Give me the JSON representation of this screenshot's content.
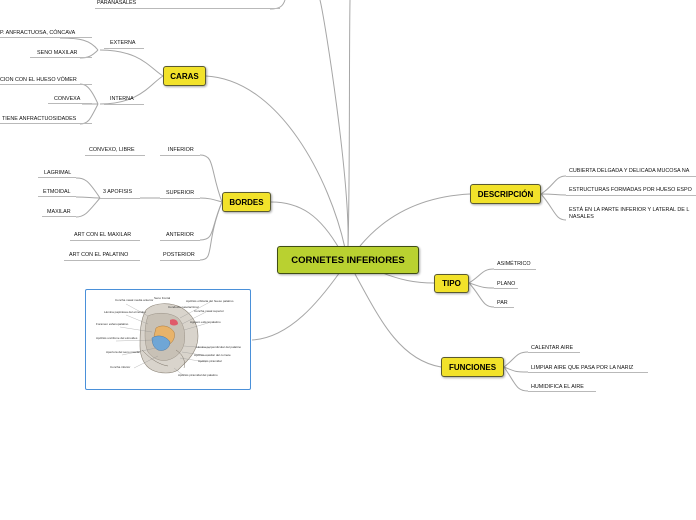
{
  "central": "CORNETES INFERIORES",
  "top_leaf": "PARANASALES",
  "caras": {
    "label": "CARAS",
    "externa": {
      "label": "EXTERNA",
      "items": [
        "P. ANFRACTUOSA, CÓNCAVA",
        "SENO MAXILAR"
      ]
    },
    "interna": {
      "label": "INTERNA",
      "items": [
        "CION CON EL HUESO VÓMER",
        "CONVEXA",
        "TIENE ANFRACTUOSIDADES"
      ]
    }
  },
  "bordes": {
    "label": "BORDES",
    "inferior": {
      "label": "INFERIOR",
      "items": [
        "CONVEXO, LIBRE"
      ]
    },
    "superior": {
      "label": "SUPERIOR",
      "apofisis": "3 APOFISIS",
      "items": [
        "LAGRIMAL",
        "ETMOIDAL",
        "MAXILAR"
      ]
    },
    "anterior": {
      "label": "ANTERIOR",
      "items": [
        "ART CON EL MAXILAR"
      ]
    },
    "posterior": {
      "label": "POSTERIOR",
      "items": [
        "ART CON EL PALATINO"
      ]
    }
  },
  "descripcion": {
    "label": "DESCRIPCIÓN",
    "items": [
      "CUBIERTA DELGADA Y DELICADA MUCOSA NA",
      "ESTRUCTURAS FORMADAS POR HUESO ESPO",
      "ESTÁ EN LA PARTE INFERIOR Y LATERAL DE L NASALES"
    ]
  },
  "tipo": {
    "label": "TIPO",
    "items": [
      "ASIMÉTRICO",
      "PLANO",
      "PAR"
    ]
  },
  "funciones": {
    "label": "FUNCIONES",
    "items": [
      "CALENTAR AIRE",
      "LIMPIAR AIRE QUE PASA POR LA NARIZ",
      "HUMIDIFICA EL AIRE"
    ]
  },
  "image_labels": {
    "left": [
      "Concha nasal media anterior",
      "Lámina papirácea del etmoides",
      "Foramen esfenopalatino",
      "Apófisis uncifome del etmoides",
      "Apertura del seno maxilar",
      "Concha inferior"
    ],
    "right": [
      "Apófisis orbitaria del hueso palatino",
      "Concha nasal superior",
      "Agujero esfenopalatino",
      "Lámina perpendicular del palatino",
      "Apófisis maxilar del cornete",
      "Apófisis piramidal"
    ],
    "top": [
      "Seno frontal",
      "Conducto nasolacrimal"
    ],
    "bottom": [
      "Apófisis piramidal del palatino"
    ]
  },
  "colors": {
    "node_fill": "#f2e22a",
    "central_fill": "#b9d130",
    "connector": "#a6a6a6",
    "image_border": "#4a90d9"
  }
}
